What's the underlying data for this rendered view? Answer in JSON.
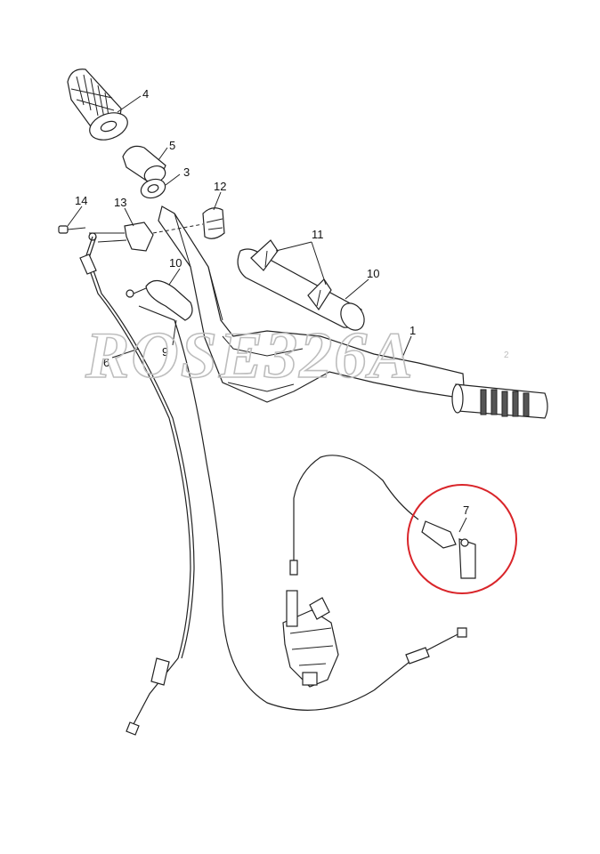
{
  "watermark": {
    "text": "ROSE326A",
    "superscript": "2"
  },
  "callouts": [
    {
      "id": "1",
      "label": "1"
    },
    {
      "id": "3",
      "label": "3"
    },
    {
      "id": "4",
      "label": "4"
    },
    {
      "id": "5",
      "label": "5"
    },
    {
      "id": "6",
      "label": "6"
    },
    {
      "id": "7",
      "label": "7"
    },
    {
      "id": "8",
      "label": "8"
    },
    {
      "id": "9",
      "label": "9"
    },
    {
      "id": "10",
      "label": "10"
    },
    {
      "id": "11",
      "label": "11"
    },
    {
      "id": "12",
      "label": "12"
    },
    {
      "id": "13",
      "label": "13"
    },
    {
      "id": "14",
      "label": "14"
    }
  ],
  "colors": {
    "highlight": "#d9252a",
    "line": "#222222",
    "watermark": "#bdbdbd"
  }
}
